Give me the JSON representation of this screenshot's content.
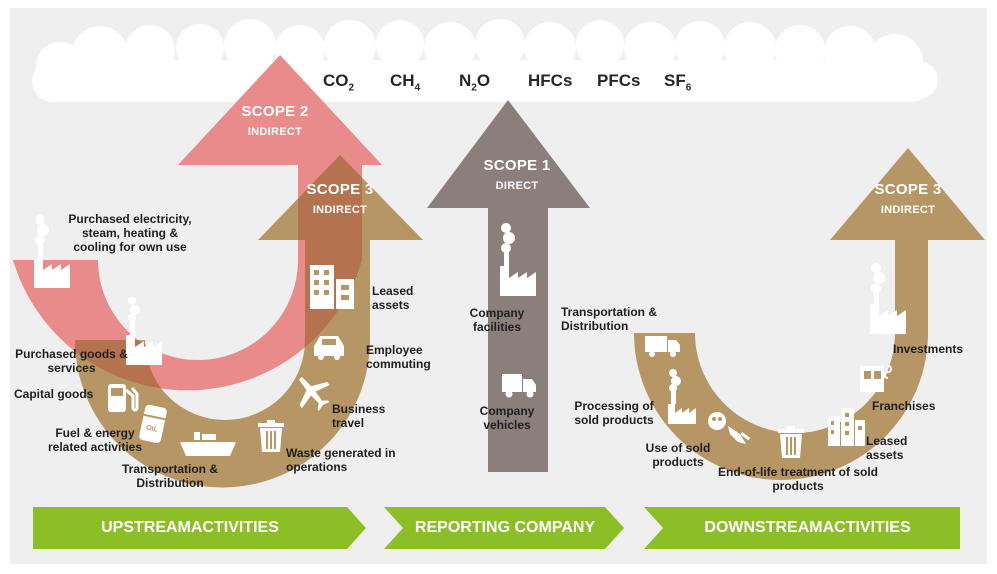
{
  "gases": [
    {
      "base": "CO",
      "sub": "2"
    },
    {
      "base": "CH",
      "sub": "4"
    },
    {
      "base": "N",
      "sub": "2",
      "tail": "O"
    },
    {
      "base": "HFCs"
    },
    {
      "base": "PFCs"
    },
    {
      "base": "SF",
      "sub": "6"
    }
  ],
  "scope2": {
    "title": "SCOPE 2",
    "subtitle": "INDIRECT"
  },
  "scope1": {
    "title": "SCOPE 1",
    "subtitle": "DIRECT"
  },
  "scope3_up": {
    "title": "SCOPE 3",
    "subtitle": "INDIRECT"
  },
  "scope3_down": {
    "title": "SCOPE 3",
    "subtitle": "INDIRECT"
  },
  "upstream": {
    "purchased_electricity": "Purchased electricity, steam, heating & cooling for own use",
    "purchased_goods": "Purchased goods & services",
    "capital_goods": "Capital goods",
    "fuel_energy": "Fuel & energy related activities",
    "transportation": "Transportation & Distribution",
    "waste": "Waste generated in operations",
    "business_travel": "Business travel",
    "employee_commuting": "Employee commuting",
    "leased_assets": "Leased assets"
  },
  "reporting": {
    "facilities": "Company facilities",
    "vehicles": "Company vehicles"
  },
  "downstream": {
    "transportation": "Transportation & Distribution",
    "processing": "Processing of sold products",
    "use": "Use of sold products",
    "end_of_life": "End-of-life treatment of sold products",
    "leased_assets": "Leased assets",
    "franchises": "Franchises",
    "investments": "Investments"
  },
  "oil_label": "OIL",
  "bands": {
    "upstream": "UPSTREAMACTIVITIES",
    "reporting": "REPORTING COMPANY",
    "downstream": "DOWNSTREAMACTIVITIES"
  },
  "colors": {
    "background": "#efefef",
    "cloud": "#ffffff",
    "scope2_pink": "#e98b8b",
    "scope3_tan": "#b69664",
    "overlap": "#b4734e",
    "scope1_gray": "#8a7f7b",
    "band_green": "#8cbe26"
  }
}
